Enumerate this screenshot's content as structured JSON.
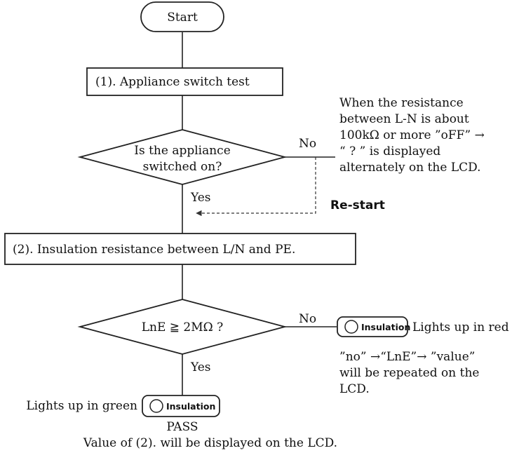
{
  "start": "Start",
  "step1": "(1). Appliance switch test",
  "decision1": {
    "line1": "Is the appliance",
    "line2": "switched on?",
    "no": "No",
    "yes": "Yes"
  },
  "note1": {
    "lines": [
      "When the resistance",
      "between L-N is about",
      "100kΩ or more ”oFF” →",
      "“ ? ” is displayed",
      "alternately on the LCD."
    ]
  },
  "restart": "Re-start",
  "step2": "(2). Insulation resistance between L/N and PE.",
  "decision2": {
    "text": "LnE ≧ 2MΩ ?",
    "no": "No",
    "yes": "Yes"
  },
  "indicator_label": "Insulation",
  "fail": {
    "lights": "Lights up in red",
    "lines": [
      "”no” →“LnE”→ ”value”",
      "will be repeated on the",
      "LCD."
    ]
  },
  "pass": {
    "lights": "Lights up in green",
    "label": "PASS",
    "value_note": "Value of (2). will be displayed on the LCD."
  }
}
